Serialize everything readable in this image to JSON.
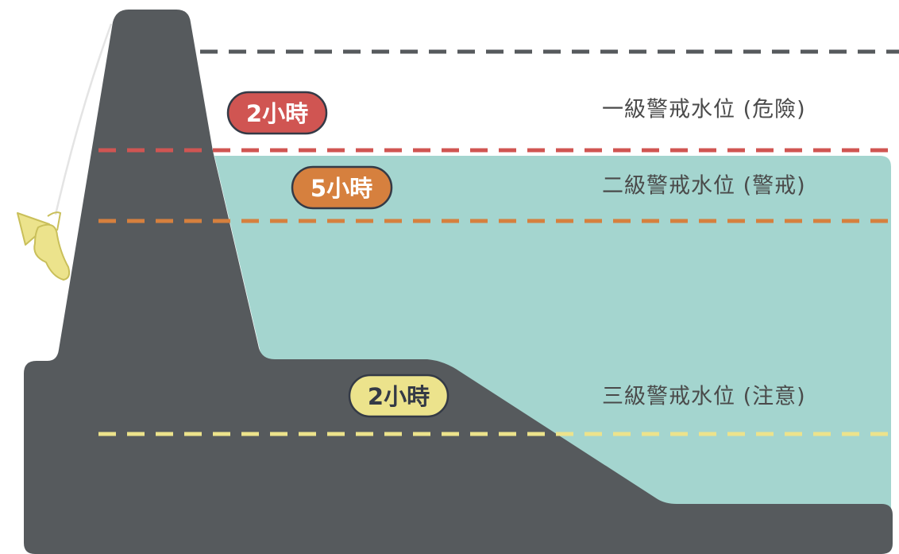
{
  "colors": {
    "background": "#ffffff",
    "terrain": "#565a5d",
    "water": "#a4d5cf",
    "level_1": "#d05552",
    "level_2": "#d6803e",
    "level_3": "#ece38c",
    "top_line": "#565a5d",
    "pill_outline": "#343a46",
    "label_text": "#4a4a4a",
    "rope": "#e4e4e4",
    "figure": "#ece38c"
  },
  "icons": {
    "climber": "hanging-figure-icon"
  },
  "levels": [
    {
      "label": "一級警戒水位 (危險)",
      "pill": "2小時",
      "color": "level_1"
    },
    {
      "label": "二級警戒水位 (警戒)",
      "pill": "5小時",
      "color": "level_2"
    },
    {
      "label": "三級警戒水位 (注意)",
      "pill": "2小時",
      "color": "level_3"
    }
  ]
}
